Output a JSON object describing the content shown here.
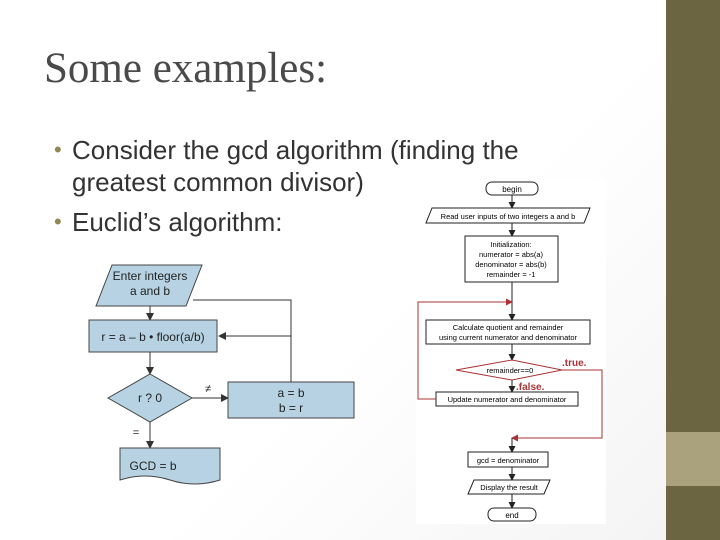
{
  "slide": {
    "title": "Some examples:",
    "bullets": [
      {
        "text": "Consider the gcd algorithm (finding the",
        "cont": "greatest common divisor)"
      },
      {
        "text": "Euclid’s algorithm:"
      }
    ],
    "accent_color": "#8f884f",
    "sidebar_color": "#6b6542"
  },
  "left_flowchart": {
    "input": [
      "Enter integers",
      "a and b"
    ],
    "compute": "r = a – b • floor(a/b)",
    "decision": "r ? 0",
    "neq_label": "≠",
    "eq_label": "=",
    "assign": [
      "a =  b",
      "b = r"
    ],
    "output": "GCD = b"
  },
  "right_flowchart": {
    "begin": "begin",
    "read": "Read user inputs of two integers a and b",
    "init": [
      "Initialization:",
      "numerator = abs(a)",
      "denominator = abs(b)",
      "remainder = -1"
    ],
    "calc": [
      "Calculate quotient and remainder",
      "using current numerator and denominator"
    ],
    "decision": "remainder==0",
    "true_label": ".true.",
    "false_label": ".false.",
    "update": "Update numerator and denominator",
    "gcd": "gcd = denominator",
    "display": "Display the result",
    "end": "end"
  }
}
